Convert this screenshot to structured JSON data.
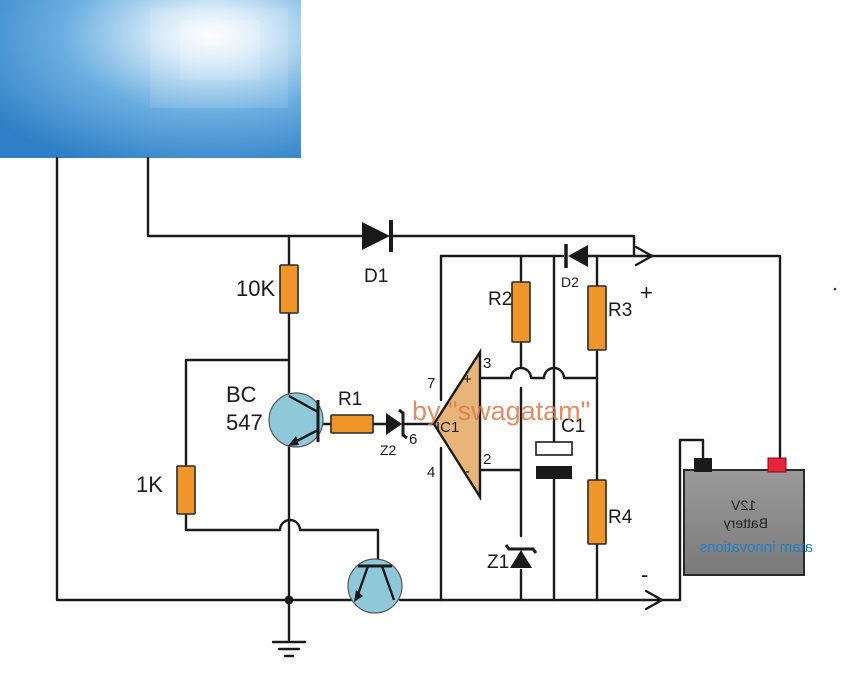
{
  "labels": {
    "diode_d1": "D1",
    "diode_d2": "D2",
    "res_10k": "10K",
    "res_1k": "1K",
    "res_r1": "R1",
    "res_r2": "R2",
    "res_r3": "R3",
    "res_r4": "R4",
    "transistor_line1": "BC",
    "transistor_line2": "547",
    "zener_z2": "Z2",
    "zener_z1": "Z1",
    "cap_c1": "C1",
    "ic_label": "IC1",
    "pin_7": "7",
    "pin_4": "4",
    "pin_3": "3",
    "pin_2": "2",
    "pin_6": "6",
    "pin_plus": "+",
    "pin_minus": "-",
    "terminal_plus": "+",
    "terminal_minus": "-"
  },
  "battery": {
    "voltage": "12V",
    "name": "Battery"
  },
  "watermark": "by \"swagatam\"",
  "brand": "atam innovations",
  "colors": {
    "resistor": "#f0952a",
    "transistor": "#8fc8d8",
    "ic_body": "#e7b47a",
    "battery_body": "#828282",
    "battery_pos_terminal": "#e8233a",
    "battery_neg_terminal": "#1a1a1a",
    "panel_light": "#eaf4fc",
    "panel_dark": "#2f87cf",
    "brand_text": "#1f7fc4"
  },
  "icons": [
    "solar-panel-icon",
    "ground-icon",
    "battery-icon",
    "diode-icon",
    "zener-icon",
    "npn-transistor-icon",
    "pnp-transistor-icon",
    "opamp-icon",
    "capacitor-icon"
  ]
}
